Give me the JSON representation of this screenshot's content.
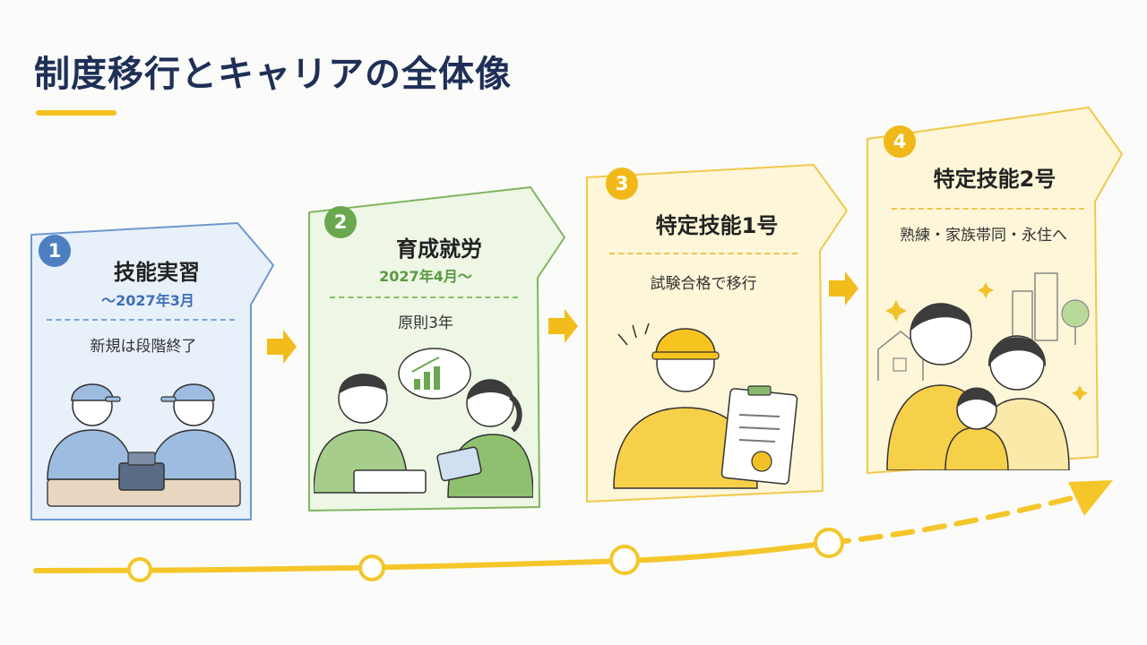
{
  "title": "制度移行とキャリアの全体像",
  "steps": [
    {
      "number": "1",
      "heading": "技能実習",
      "sub": "～2027年3月",
      "note": "新規は段階終了",
      "color": "#4d7fc0"
    },
    {
      "number": "2",
      "heading": "育成就労",
      "sub": "2027年4月～",
      "note": "原則3年",
      "color": "#6aa84f"
    },
    {
      "number": "3",
      "heading": "特定技能1号",
      "note": "試験合格で移行",
      "color": "#f0b819"
    },
    {
      "number": "4",
      "heading": "特定技能2号",
      "note": "熟練・家族帯同・永住へ",
      "color": "#f0b819"
    }
  ],
  "illustrations": [
    {
      "icon": "two-workers-assembling-icon"
    },
    {
      "icon": "trainee-and-mentor-icon"
    },
    {
      "icon": "worker-with-certificate-icon"
    },
    {
      "icon": "family-with-home-icon"
    }
  ]
}
